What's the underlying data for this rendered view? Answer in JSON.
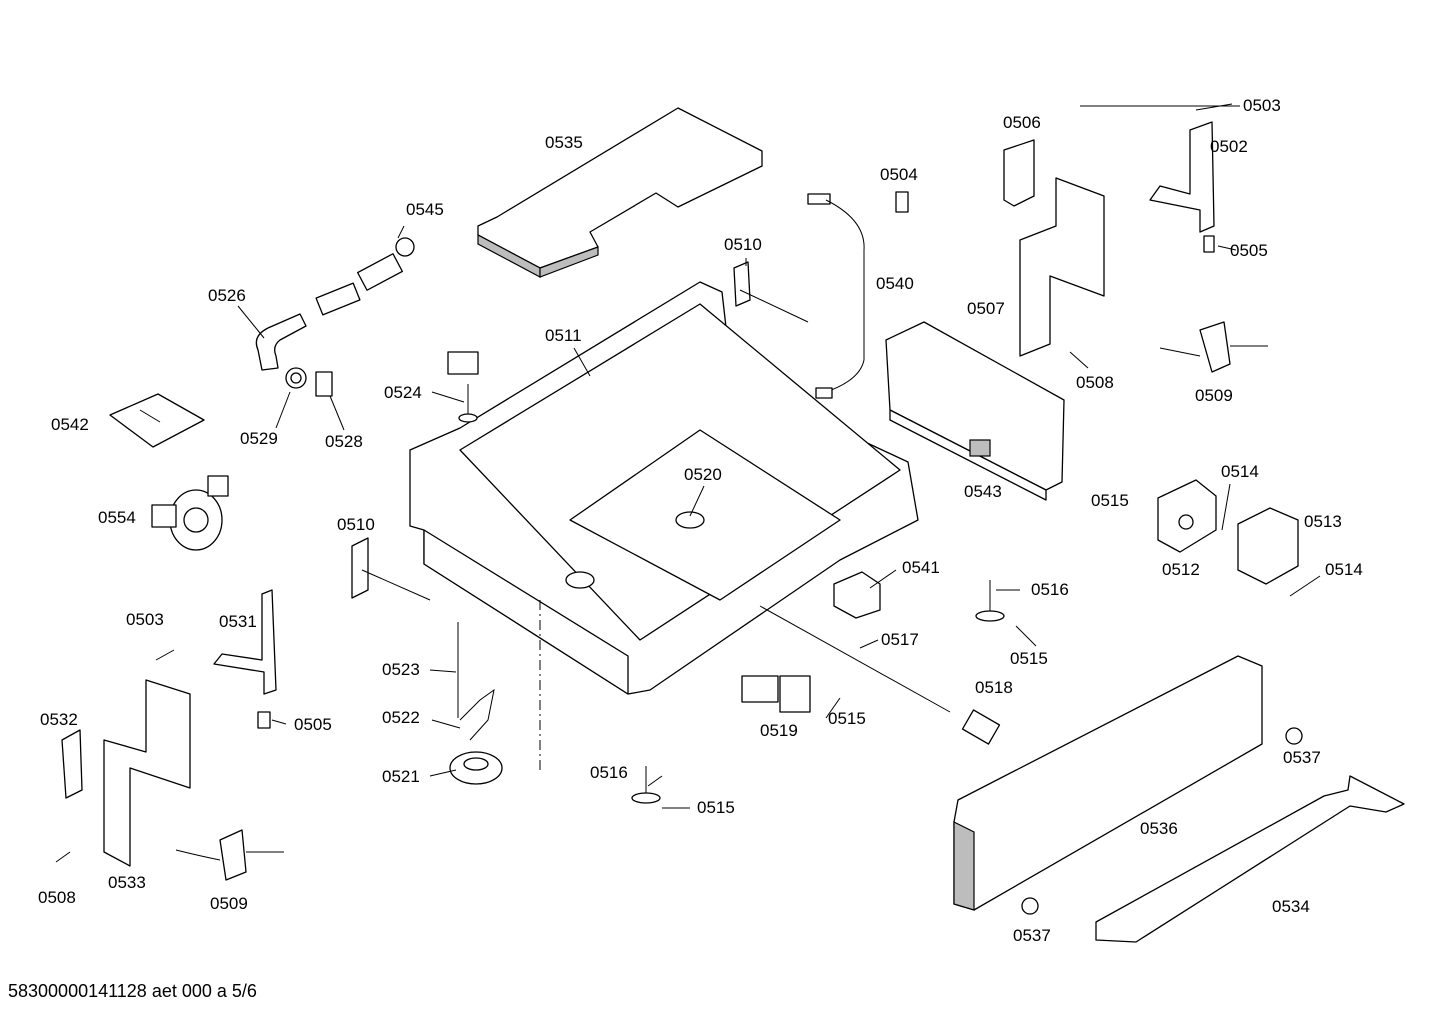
{
  "footer": "58300000141128 aet 000 a 5/6",
  "labels": [
    "0535",
    "0545",
    "0526",
    "0510",
    "0511",
    "0540",
    "0504",
    "0506",
    "0503",
    "0502",
    "0505",
    "0507",
    "0508",
    "0509",
    "0524",
    "0529",
    "0528",
    "0542",
    "0554",
    "0520",
    "0543",
    "0515",
    "0514",
    "0513",
    "0512",
    "0510",
    "0503",
    "0531",
    "0541",
    "0516",
    "0517",
    "0514",
    "0515",
    "0523",
    "0505",
    "0532",
    "0522",
    "0519",
    "0515",
    "0518",
    "0537",
    "0521",
    "0516",
    "0515",
    "0536",
    "0533",
    "0508",
    "0509",
    "0534",
    "0537"
  ]
}
